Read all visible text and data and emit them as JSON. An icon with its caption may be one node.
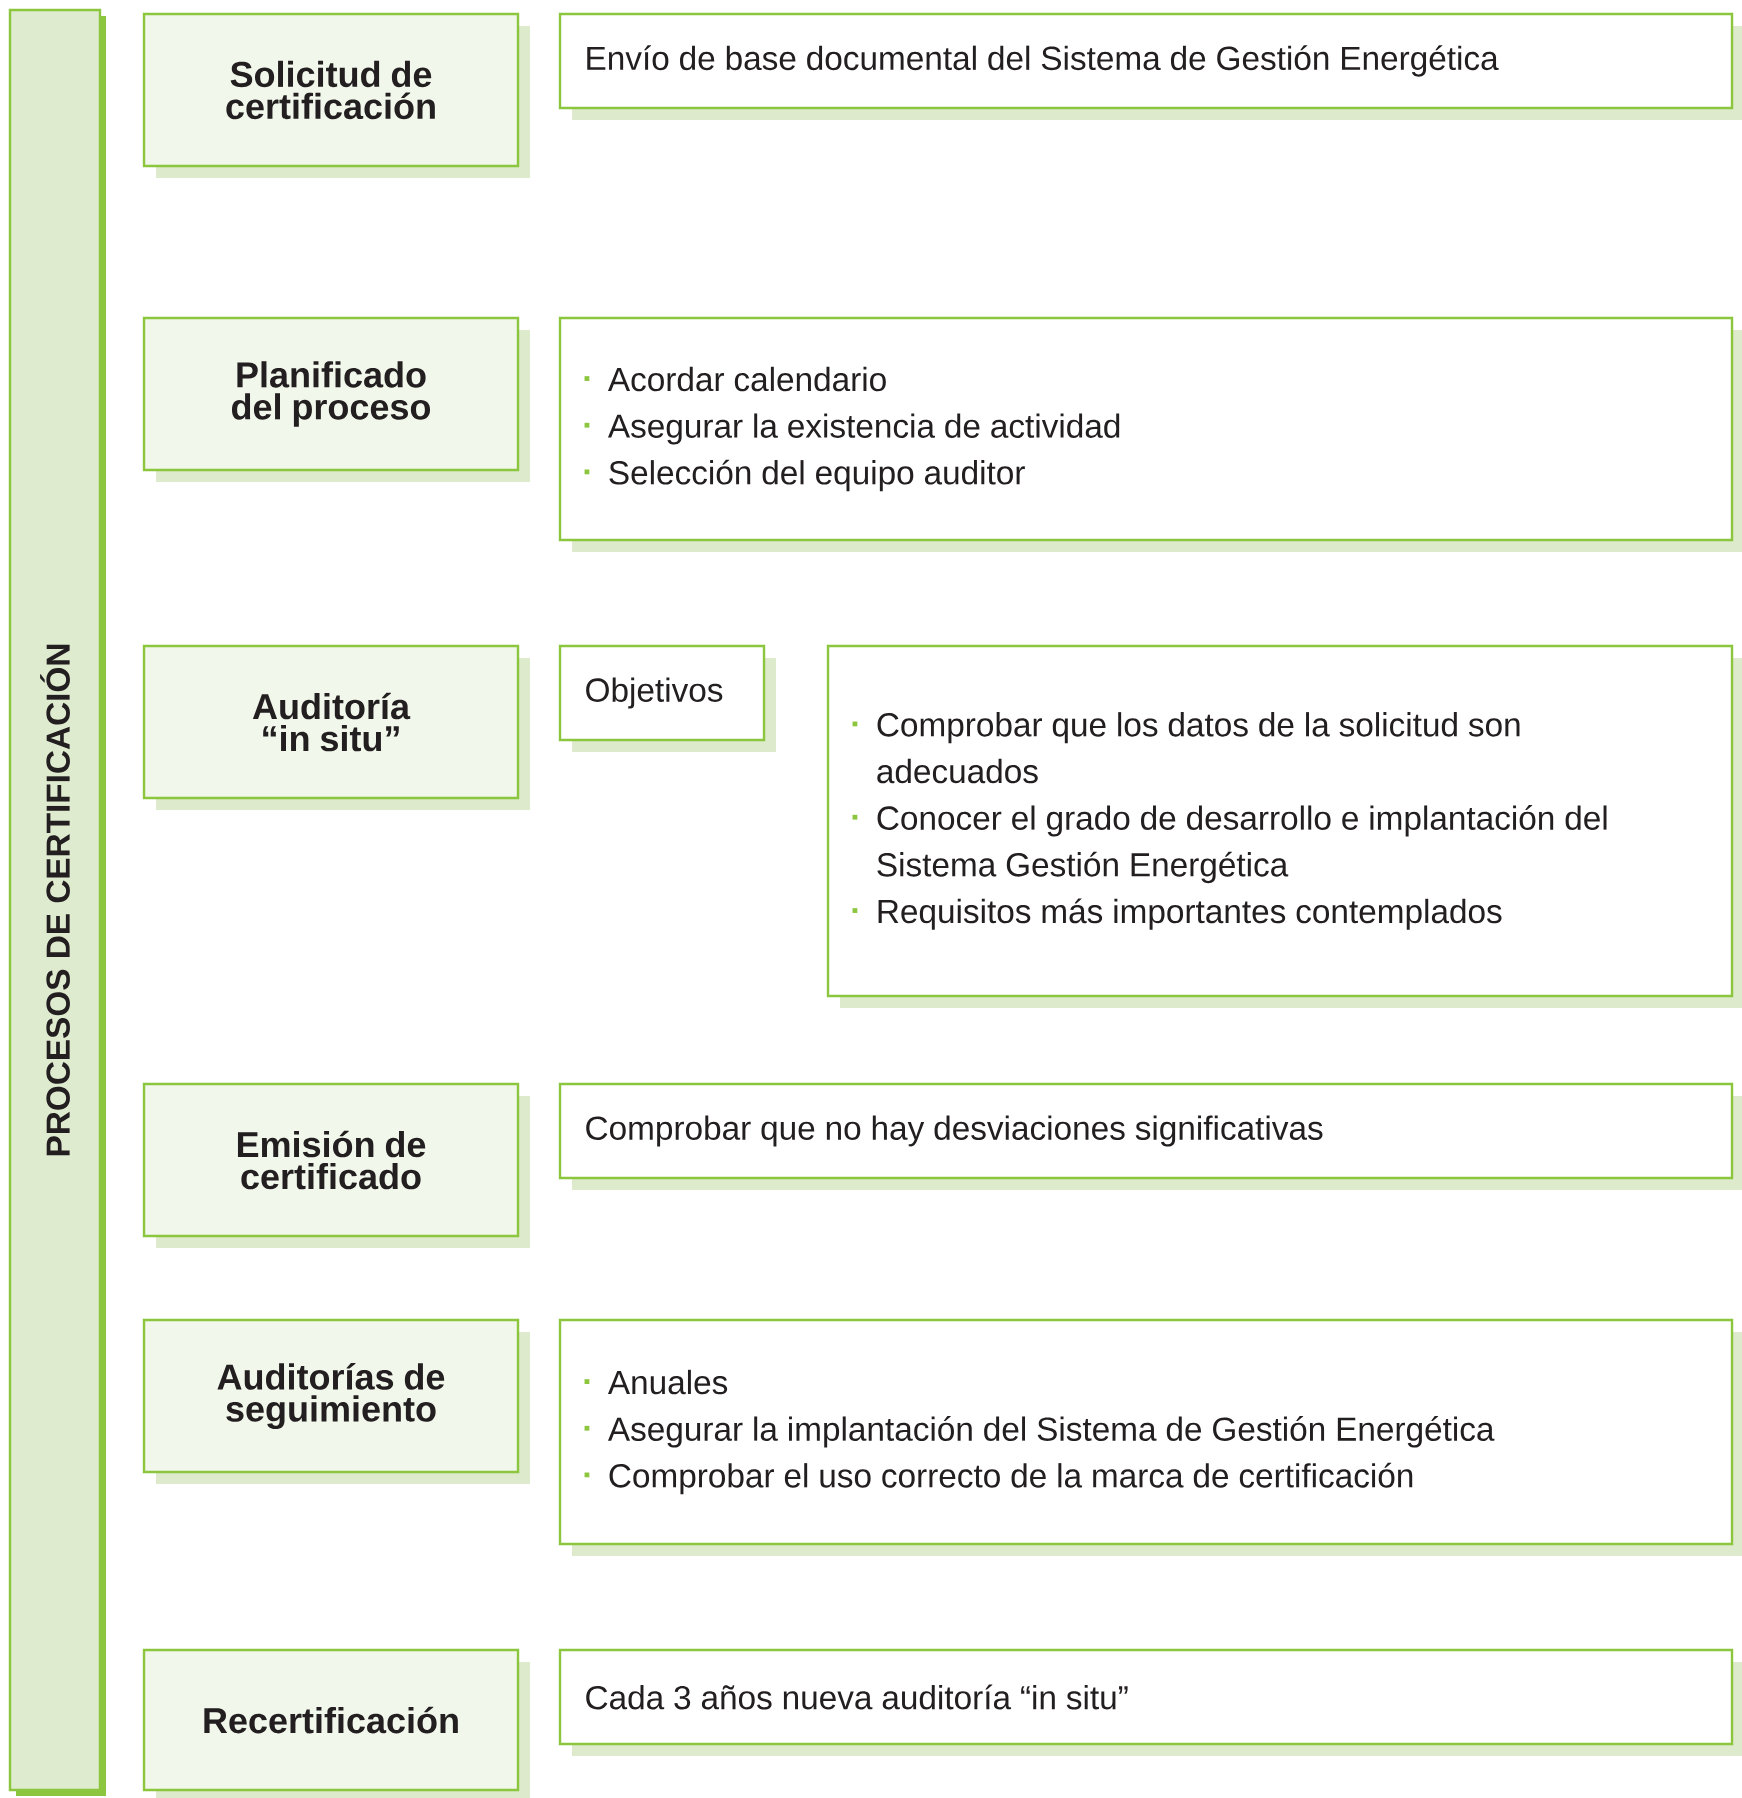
{
  "diagram": {
    "nodes": [
      {
        "text": [
          "PROCESOS DE CERTIFICACIÓN"
        ]
      },
      {
        "text": [
          "Solicitud de certificación"
        ]
      },
      {
        "text": [
          "Envío de base documental del Sistema de Gestión Energética"
        ]
      },
      {
        "text": [
          "Planificado del proceso"
        ]
      },
      {
        "text": [
          "Acordar calendario",
          "Asegurar la existencia de actividad",
          "Selección del equipo auditor"
        ]
      },
      {
        "text": [
          "Auditoría “in situ”"
        ]
      },
      {
        "text": [
          "Objetivos"
        ]
      },
      {
        "text": [
          "Comprobar que los datos de la solicitud son adecuados",
          "Conocer el grado de desarrollo e implantación del Sistema Gestión Energética",
          "Requisitos más importantes contemplados"
        ]
      },
      {
        "text": [
          "Emisión de certificado"
        ]
      },
      {
        "text": [
          "Comprobar que no hay desviaciones significativas"
        ]
      },
      {
        "text": [
          "Auditorías de seguimiento"
        ]
      },
      {
        "text": [
          "Anuales",
          "Asegurar la implantación del Sistema de Gestión Energética",
          "Comprobar el uso correcto de la marca de certificación"
        ]
      },
      {
        "text": [
          "Recertificación"
        ]
      },
      {
        "text": [
          "Cada 3 años nueva auditoría “in situ”"
        ]
      }
    ]
  }
}
